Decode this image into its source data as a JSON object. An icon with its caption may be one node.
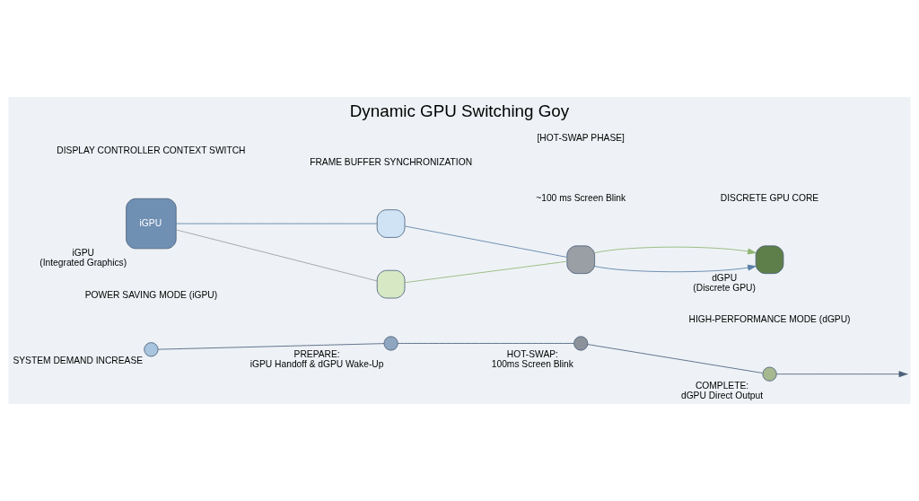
{
  "diagram": {
    "title": "Dynamic GPU Switching Goy",
    "nodes": [
      {
        "text": [
          "iGPU"
        ],
        "beside": [
          "iGPU",
          "(Integrated Graphics)"
        ]
      },
      {
        "text": [],
        "shape": "box"
      },
      {
        "text": [],
        "shape": "box"
      },
      {
        "text": [],
        "shape": "box"
      },
      {
        "text": [],
        "shape": "box",
        "beside": [
          "dGPU",
          "(Discrete GPU)"
        ]
      },
      {
        "text": [],
        "shape": "circle",
        "beside": [
          "SYSTEM DEMAND INCREASE"
        ]
      },
      {
        "text": [],
        "shape": "circle",
        "beside": [
          "PREPARE:",
          "iGPU Handoff & dGPU Wake-Up"
        ]
      },
      {
        "text": [],
        "shape": "circle",
        "beside": [
          "HOT-SWAP:",
          "100ms Screen Blink"
        ]
      },
      {
        "text": [],
        "shape": "circle",
        "beside": [
          "COMPLETE:",
          "dGPU Direct Output"
        ]
      }
    ],
    "edges": [
      {
        "from": 0,
        "to": 1,
        "arrow": "none",
        "color": "#5b7fa6"
      },
      {
        "from": 1,
        "to": 3,
        "arrow": "none",
        "color": "#5b7fa6"
      },
      {
        "from": 3,
        "to": 4,
        "arrow": "to",
        "color": "#5b7fa6"
      },
      {
        "from": 0,
        "to": 2,
        "arrow": "none",
        "color": "#9a9ea3"
      },
      {
        "from": 2,
        "to": 3,
        "arrow": "none",
        "color": "#8fb573"
      },
      {
        "from": 3,
        "to": 4,
        "arrow": "to",
        "color": "#8fb573"
      },
      {
        "from": 5,
        "to": 6,
        "arrow": "none"
      },
      {
        "from": 6,
        "to": 7,
        "arrow": "none"
      },
      {
        "from": 7,
        "to": 8,
        "arrow": "none"
      },
      {
        "from": 8,
        "to": null,
        "arrow": "to"
      }
    ],
    "labels": [
      "DISPLAY CONTROLLER CONTEXT SWITCH",
      "[HOT-SWAP PHASE]",
      "~100 ms Screen Blink",
      "DISCRETE GPU CORE",
      "POWER SAVING MODE (iGPU)",
      "FRAME BUFFER SYNCHRONIZATION",
      "HIGH-PERFORMANCE MODE (dGPU)"
    ]
  }
}
